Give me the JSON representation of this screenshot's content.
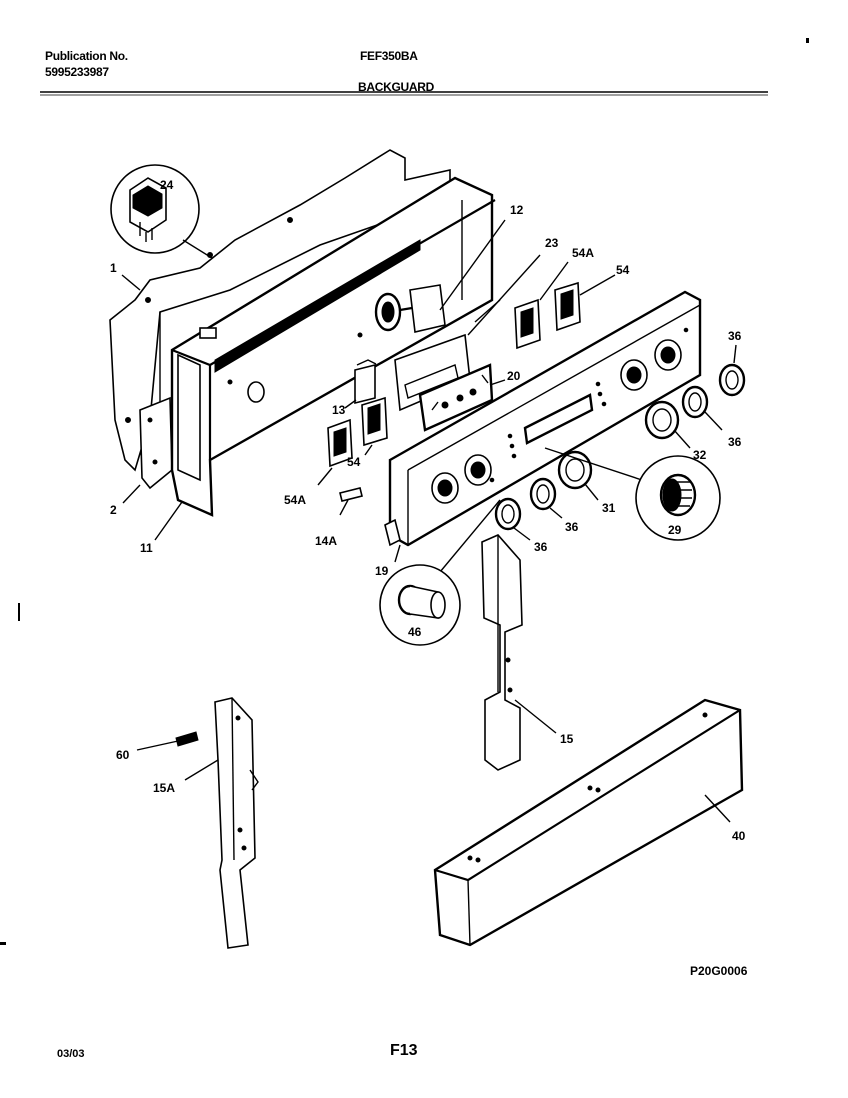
{
  "header": {
    "publication_label": "Publication No.",
    "publication_number": "5995233987",
    "model": "FEF350BA",
    "section": "BACKGUARD"
  },
  "callouts": {
    "c24": "24",
    "c1": "1",
    "c2": "2",
    "c11": "11",
    "c12": "12",
    "c23": "23",
    "c54A_top": "54A",
    "c54_top": "54",
    "c20": "20",
    "c13": "13",
    "c54_left": "54",
    "c54A_left": "54A",
    "c14A": "14A",
    "c19": "19",
    "c36_a": "36",
    "c36_b": "36",
    "c32": "32",
    "c36_c": "36",
    "c31": "31",
    "c29": "29",
    "c36_d": "36",
    "c46": "46",
    "c15": "15",
    "c60": "60",
    "c15A": "15A",
    "c40": "40"
  },
  "footer": {
    "diagram_code": "P20G0006",
    "date": "03/03",
    "page": "F13"
  }
}
